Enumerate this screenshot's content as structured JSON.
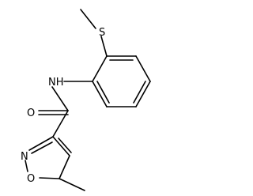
{
  "molecule": {
    "atoms": {
      "sulfur": "S",
      "amide_nitrogen": "NH",
      "carbonyl_oxygen": "O",
      "ring_oxygen": "O",
      "ring_nitrogen": "N"
    }
  }
}
